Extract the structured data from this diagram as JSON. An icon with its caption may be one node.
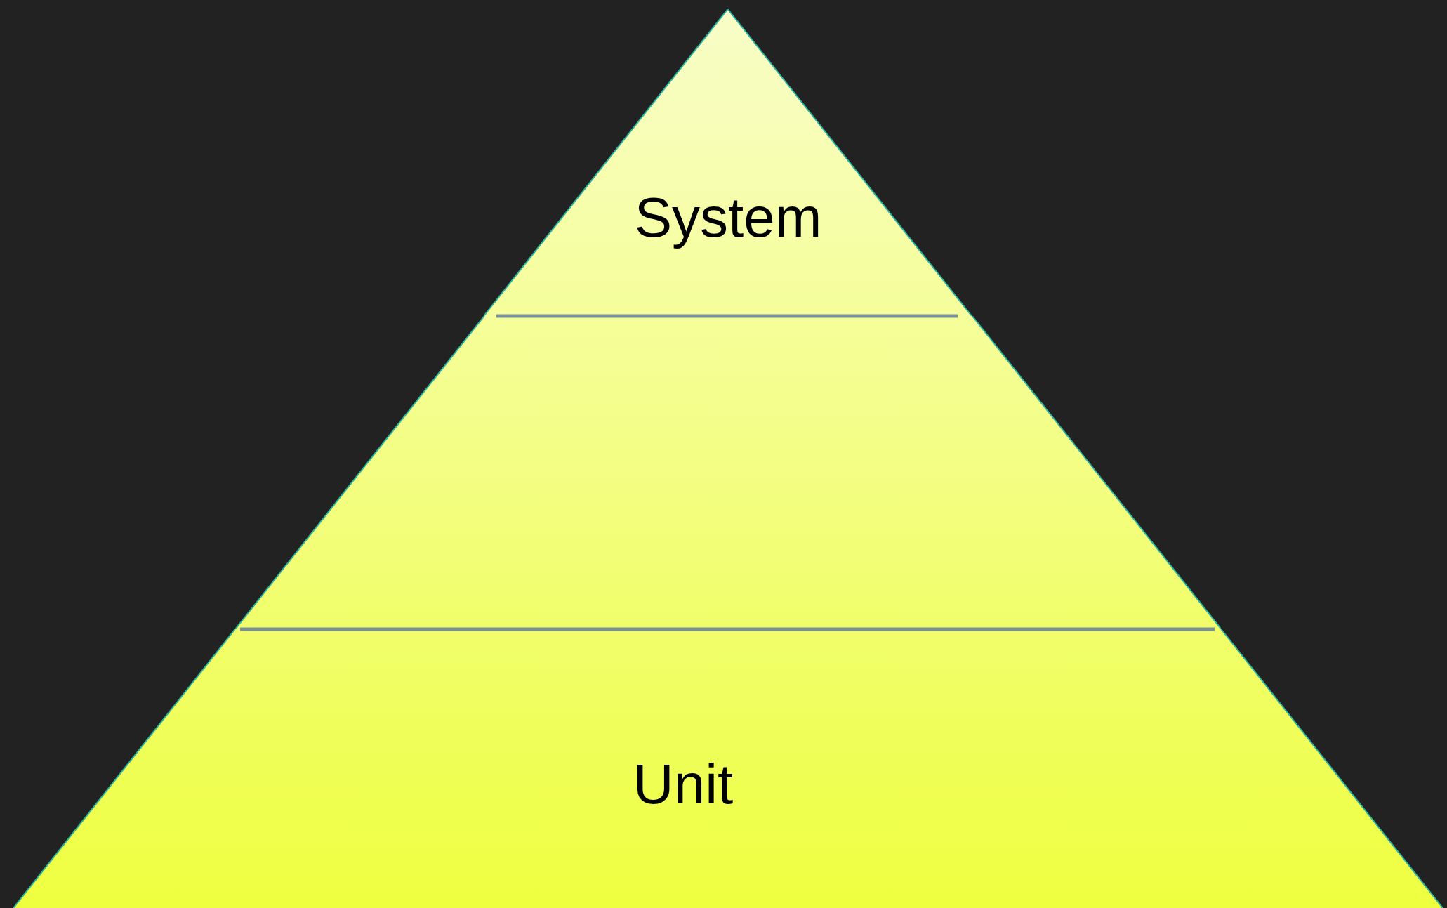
{
  "diagram": {
    "nodes": [
      {
        "text": [
          "System"
        ]
      },
      {
        "text": [],
        "shape": "trapezoid"
      },
      {
        "text": [
          "Unit"
        ]
      }
    ]
  }
}
